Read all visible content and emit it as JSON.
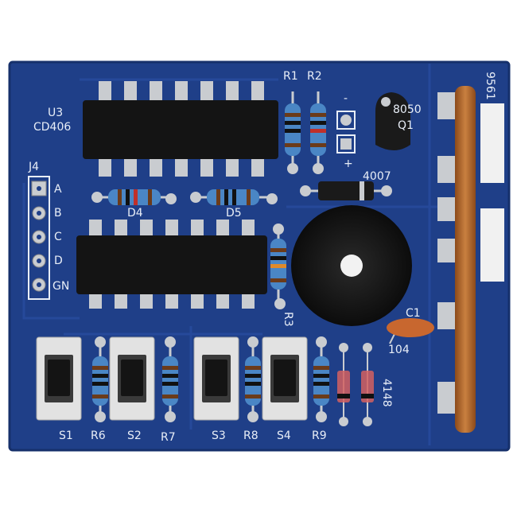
{
  "board": {
    "colors": {
      "pcb": "#1f3f88",
      "pcb_edge": "#16306b",
      "silk": "#e8eef7",
      "pad": "#c9ccd0",
      "chip": "#141414",
      "rail": "#b86a2c",
      "cap": "#c8672f"
    },
    "ic_top": {
      "ref": "U3",
      "value": "CD406"
    },
    "header": {
      "ref": "J4",
      "pins": [
        "A",
        "B",
        "C",
        "D",
        "GN"
      ]
    },
    "resistors_top": [
      "R1",
      "R2"
    ],
    "resistor_mid": "R3",
    "diodes_mid": [
      "D4",
      "D5"
    ],
    "transistor": {
      "value": "8050",
      "ref": "Q1"
    },
    "polarity": {
      "minus": "-",
      "plus": "+"
    },
    "diode_label": "4007",
    "capacitor": {
      "ref": "C1",
      "value": "104"
    },
    "diode_pair_label": "4148",
    "module_label": "9561",
    "switches": [
      "S1",
      "S2",
      "S3",
      "S4"
    ],
    "resistors_bottom": [
      "R6",
      "R7",
      "R8",
      "R9"
    ]
  }
}
